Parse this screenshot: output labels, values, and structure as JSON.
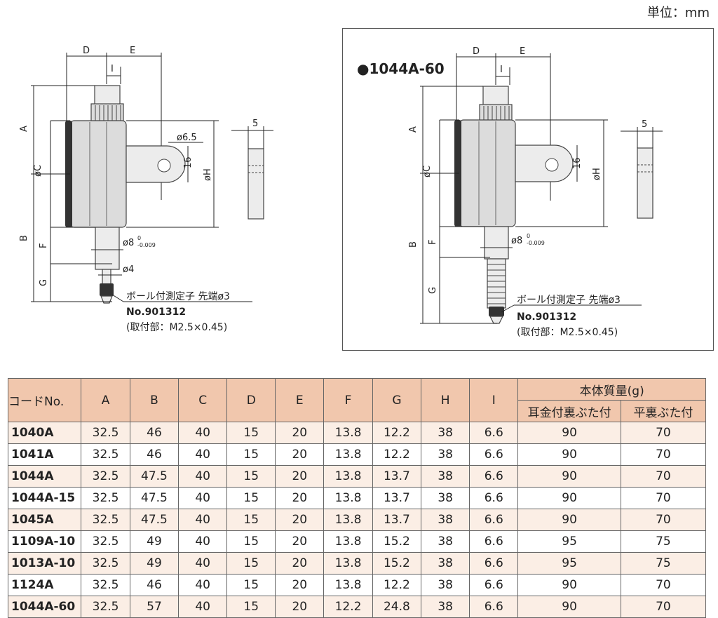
{
  "unit_label": "単位：mm",
  "left_figure": {
    "dims": {
      "D": "D",
      "E": "E",
      "I": "I",
      "A": "A",
      "C": "øC",
      "B": "B",
      "F": "F",
      "G": "G",
      "H": "øH",
      "hole": "ø6.5",
      "lug": "16",
      "stem": "ø8",
      "stem_tol_upper": "0",
      "stem_tol_lower": "-0.009",
      "spindle": "ø4",
      "thickness": "5"
    },
    "contact_point": "ボール付測定子  先端ø3",
    "part_no": "No.901312",
    "mount": "(取付部：M2.5×0.45)"
  },
  "right_figure": {
    "title": "●1044A-60",
    "dims": {
      "D": "D",
      "E": "E",
      "I": "I",
      "A": "A",
      "C": "øC",
      "B": "B",
      "F": "F",
      "G": "G",
      "H": "øH",
      "lug": "16",
      "stem": "ø8",
      "stem_tol_upper": "0",
      "stem_tol_lower": "-0.009",
      "thickness": "5"
    },
    "contact_point": "ボール付測定子  先端ø3",
    "part_no": "No.901312",
    "mount": "(取付部：M2.5×0.45)"
  },
  "table": {
    "headers": [
      "コードNo.",
      "A",
      "B",
      "C",
      "D",
      "E",
      "F",
      "G",
      "H",
      "I"
    ],
    "mass_header": "本体質量(g)",
    "mass_sub": [
      "耳金付裏ぶた付",
      "平裏ぶた付"
    ],
    "rows": [
      [
        "1040A",
        "32.5",
        "46",
        "40",
        "15",
        "20",
        "13.8",
        "12.2",
        "38",
        "6.6",
        "90",
        "70"
      ],
      [
        "1041A",
        "32.5",
        "46",
        "40",
        "15",
        "20",
        "13.8",
        "12.2",
        "38",
        "6.6",
        "90",
        "70"
      ],
      [
        "1044A",
        "32.5",
        "47.5",
        "40",
        "15",
        "20",
        "13.8",
        "13.7",
        "38",
        "6.6",
        "90",
        "70"
      ],
      [
        "1044A-15",
        "32.5",
        "47.5",
        "40",
        "15",
        "20",
        "13.8",
        "13.7",
        "38",
        "6.6",
        "90",
        "70"
      ],
      [
        "1045A",
        "32.5",
        "47.5",
        "40",
        "15",
        "20",
        "13.8",
        "13.7",
        "38",
        "6.6",
        "90",
        "70"
      ],
      [
        "1109A-10",
        "32.5",
        "49",
        "40",
        "15",
        "20",
        "13.8",
        "15.2",
        "38",
        "6.6",
        "95",
        "75"
      ],
      [
        "1013A-10",
        "32.5",
        "49",
        "40",
        "15",
        "20",
        "13.8",
        "15.2",
        "38",
        "6.6",
        "95",
        "75"
      ],
      [
        "1124A",
        "32.5",
        "46",
        "40",
        "15",
        "20",
        "13.8",
        "12.2",
        "38",
        "6.6",
        "90",
        "70"
      ],
      [
        "1044A-60",
        "32.5",
        "57",
        "40",
        "15",
        "20",
        "12.2",
        "24.8",
        "38",
        "6.6",
        "90",
        "70"
      ]
    ]
  }
}
